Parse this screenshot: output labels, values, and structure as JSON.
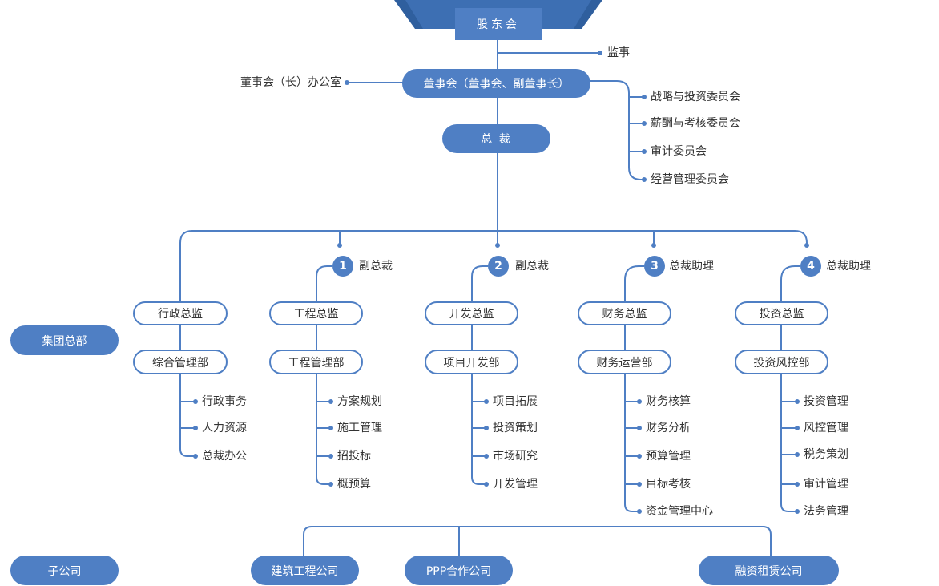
{
  "colors": {
    "accent": "#4f7fc4",
    "banner": "#2f5f9e",
    "text": "#333333"
  },
  "top": {
    "shareholders": "股东会",
    "supervisor": "监事",
    "board": "董事会（董事会、副董事长）",
    "board_office": "董事会（长）办公室",
    "president": "总 裁",
    "committees": [
      "战略与投资委员会",
      "薪酬与考核委员会",
      "审计委员会",
      "经营管理委员会"
    ]
  },
  "sections": {
    "hq": "集团总部",
    "subsidiaries": "子公司"
  },
  "vp_markers": [
    {
      "num": "1",
      "title": "副总裁"
    },
    {
      "num": "2",
      "title": "副总裁"
    },
    {
      "num": "3",
      "title": "总裁助理"
    },
    {
      "num": "4",
      "title": "总裁助理"
    }
  ],
  "columns": [
    {
      "director": "行政总监",
      "dept": "综合管理部",
      "functions": [
        "行政事务",
        "人力资源",
        "总裁办公"
      ]
    },
    {
      "director": "工程总监",
      "dept": "工程管理部",
      "functions": [
        "方案规划",
        "施工管理",
        "招投标",
        "概预算"
      ]
    },
    {
      "director": "开发总监",
      "dept": "项目开发部",
      "functions": [
        "项目拓展",
        "投资策划",
        "市场研究",
        "开发管理"
      ]
    },
    {
      "director": "财务总监",
      "dept": "财务运营部",
      "functions": [
        "财务核算",
        "财务分析",
        "预算管理",
        "目标考核",
        "资金管理中心"
      ]
    },
    {
      "director": "投资总监",
      "dept": "投资风控部",
      "functions": [
        "投资管理",
        "风控管理",
        "税务策划",
        "审计管理",
        "法务管理"
      ]
    }
  ],
  "subsidiaries": [
    "建筑工程公司",
    "PPP合作公司",
    "融资租赁公司"
  ]
}
